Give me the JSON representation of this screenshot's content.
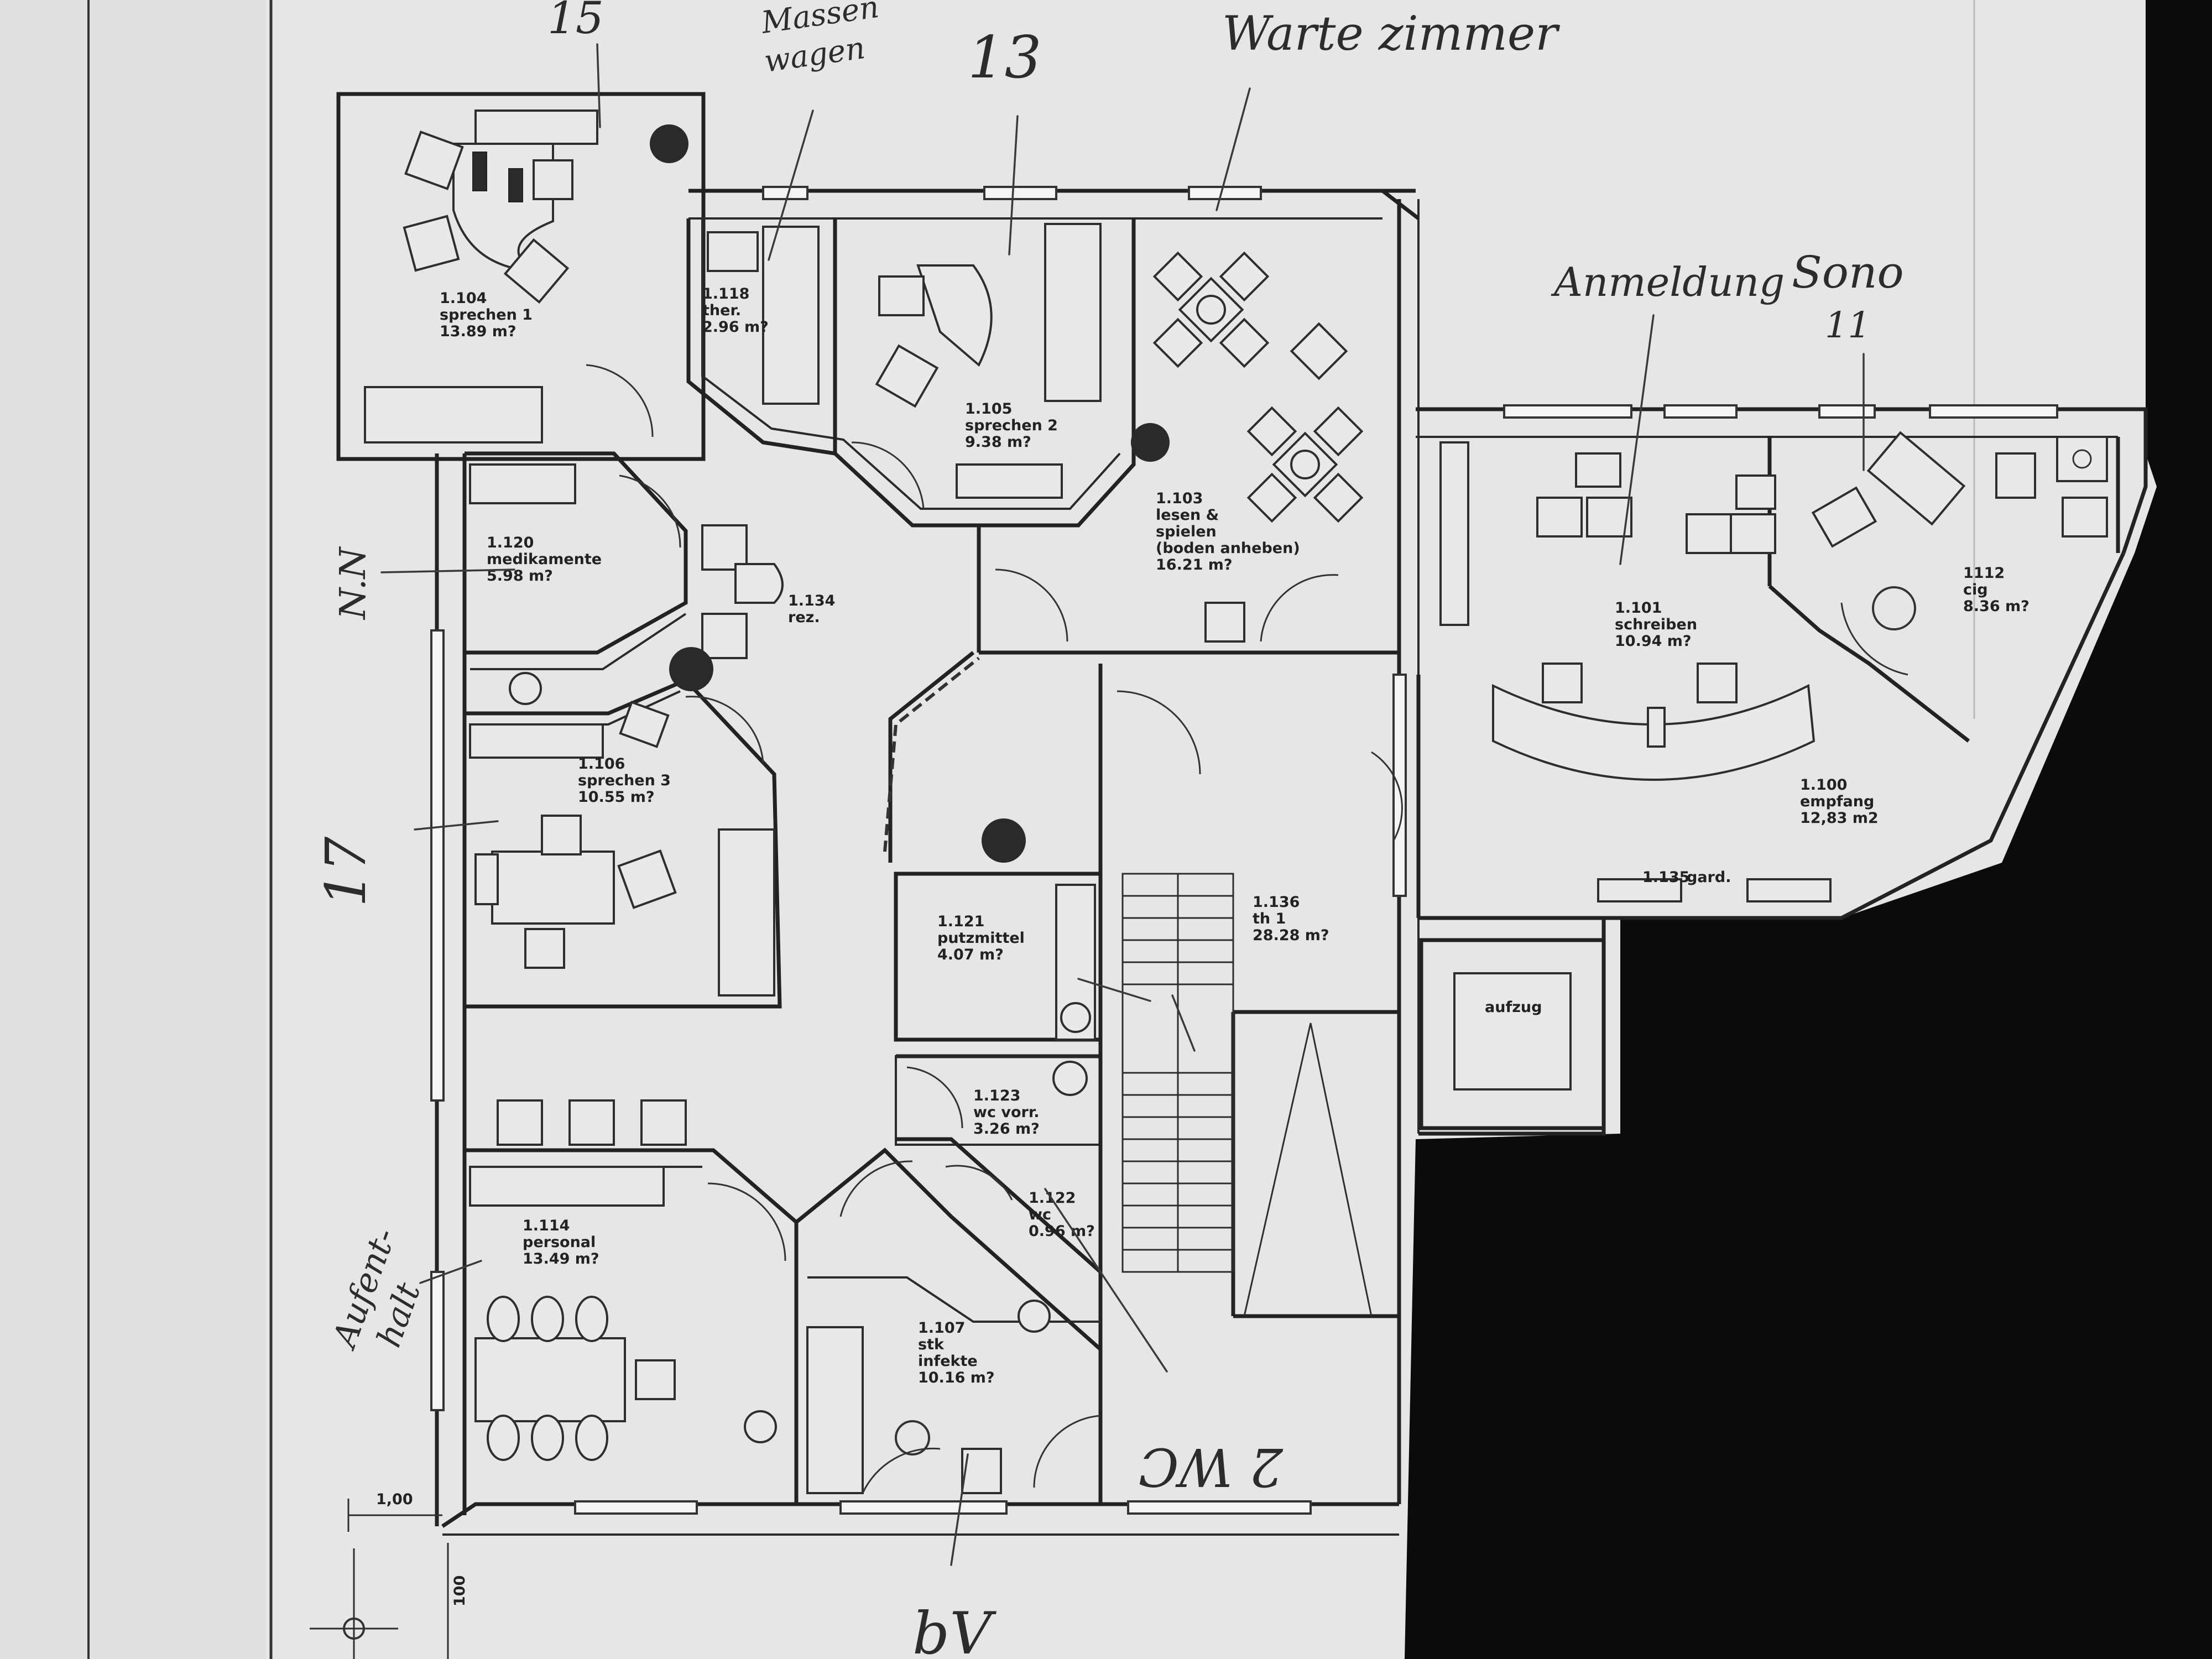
{
  "plan": {
    "rooms": [
      {
        "id": "1.104",
        "name": "sprechen 1",
        "area": "13.89 m?"
      },
      {
        "id": "1.118",
        "name": "ther.",
        "area": "2.96 m?"
      },
      {
        "id": "1.105",
        "name": "sprechen 2",
        "area": "9.38 m?"
      },
      {
        "id": "1.103",
        "name": "lesen &",
        "name2": "spielen",
        "name3": "(boden anheben)",
        "area": "16.21 m?"
      },
      {
        "id": "1.120",
        "name": "medikamente",
        "area": "5.98 m?"
      },
      {
        "id": "1.134",
        "name": "rez."
      },
      {
        "id": "1.106",
        "name": "sprechen 3",
        "area": "10.55 m?"
      },
      {
        "id": "1.121",
        "name": "putzmittel",
        "area": "4.07 m?"
      },
      {
        "id": "1.136",
        "name": "th 1",
        "area": "28.28 m?"
      },
      {
        "id": "1.123",
        "name": "wc vorr.",
        "area": "3.26 m?"
      },
      {
        "id": "1.122",
        "name": "wc",
        "area": "0.96 m?"
      },
      {
        "id": "1.114",
        "name": "personal",
        "area": "13.49 m?"
      },
      {
        "id": "1.107",
        "name": "stk",
        "name2": "infekte",
        "area": "10.16 m?"
      },
      {
        "id": "1.101",
        "name": "schreiben",
        "area": "10.94 m?"
      },
      {
        "id": "1112",
        "name": "cig",
        "area": "8.36 m?"
      },
      {
        "id": "1.100",
        "name": "empfang",
        "area": "12,83 m2"
      },
      {
        "id": "1.135",
        "name": "gard."
      }
    ],
    "aufzug": "aufzug",
    "dimensions": {
      "d1": "1,00",
      "d2": "100"
    }
  },
  "annotations": {
    "top_left": "15",
    "massage": "Massen",
    "massage2": "wagen",
    "room13": "13",
    "wartezimmer": "Warte zimmer",
    "anmeldung": "Anmeldung",
    "sono": "Sono",
    "sono_num": "11",
    "nn": "N.N",
    "seventeen": "17",
    "aufenthalt": "Aufent-",
    "aufenthalt2": "halt",
    "bottom": "bV",
    "zwei": "2 WC"
  }
}
